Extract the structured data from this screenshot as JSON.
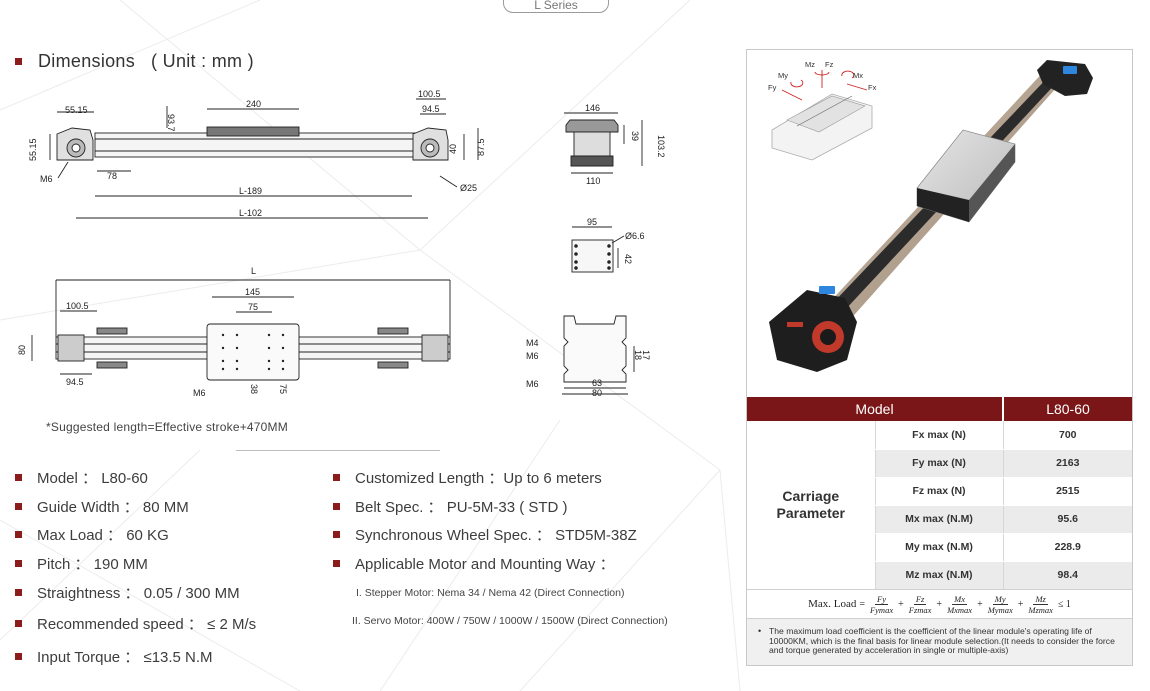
{
  "series_tab": "L Series",
  "dimensions": {
    "heading": "Dimensions",
    "unit": "( Unit : mm )",
    "front": {
      "d_55_15_top": "55.15",
      "d_93_7": "93.7",
      "d_240": "240",
      "d_100_5": "100.5",
      "d_94_5": "94.5",
      "d_55_15_side": "55.15",
      "d_40": "40",
      "d_87_5": "87.5",
      "d_m6": "M6",
      "d_78": "78",
      "d_l189": "L-189",
      "d_dia25": "Ø25",
      "d_l102": "L-102"
    },
    "end": {
      "d_146": "146",
      "d_39": "39",
      "d_103_2": "103.2",
      "d_110": "110"
    },
    "plate": {
      "d_95": "95",
      "d_dia6_6": "Ø6.6",
      "d_42": "42"
    },
    "top": {
      "d_l": "L",
      "d_145": "145",
      "d_75_top": "75",
      "d_100_5": "100.5",
      "d_80": "80",
      "d_94_5": "94.5",
      "d_m6": "M6",
      "d_38": "38",
      "d_75_side": "75"
    },
    "profile": {
      "d_m4": "M4",
      "d_m6_a": "M6",
      "d_m6_b": "M6",
      "d_18": "18",
      "d_17": "17",
      "d_63": "63",
      "d_80": "80"
    }
  },
  "suggested_length": "*Suggested length=Effective stroke+470MM",
  "specs_left": [
    "Model ： L80-60",
    "Guide Width ： 80 MM",
    "Max Load ： 60 KG",
    "Pitch ： 190 MM",
    "Straightness ： 0.05 / 300 MM",
    "Recommended speed ： ≤ 2 M/s",
    "Input Torque ： ≤13.5 N.M"
  ],
  "specs_right": [
    "Customized Length ：Up to 6 meters",
    "Belt Spec. ： PU-5M-33 ( STD )",
    "Synchronous Wheel Spec. ： STD5M-38Z",
    "Applicable Motor and Mounting Way ："
  ],
  "motor_options": [
    "I. Stepper Motor: Nema 34 / Nema 42 (Direct Connection)",
    "II. Servo Motor: 400W / 750W / 1000W / 1500W (Direct Connection)"
  ],
  "force_labels": {
    "mz": "Mz",
    "fz": "Fz",
    "my": "My",
    "mx": "Mx",
    "fy": "Fy",
    "fx": "Fx"
  },
  "param_table": {
    "header_label": "Model",
    "header_model": "L80-60",
    "group_line1": "Carriage",
    "group_line2": "Parameter",
    "rows": [
      {
        "name": "Fx max (N)",
        "value": "700"
      },
      {
        "name": "Fy max (N)",
        "value": "2163"
      },
      {
        "name": "Fz max (N)",
        "value": "2515"
      },
      {
        "name": "Mx max (N.M)",
        "value": "95.6"
      },
      {
        "name": "My max (N.M)",
        "value": "228.9"
      },
      {
        "name": "Mz max (N.M)",
        "value": "98.4"
      }
    ]
  },
  "formula": {
    "label": "Max. Load",
    "eq": "=",
    "terms": [
      {
        "num": "Fy",
        "den": "Fymax"
      },
      {
        "num": "Fz",
        "den": "Fzmax"
      },
      {
        "num": "Mx",
        "den": "Mxmax"
      },
      {
        "num": "My",
        "den": "Mymax"
      },
      {
        "num": "Mz",
        "den": "Mzmax"
      }
    ],
    "plus": "+",
    "tail": "≤ 1"
  },
  "note": "The maximum load coefficient is the coefficient of the linear module's operating life of 10000KM, which is the final basis for linear module selection.(It needs to consider the force and torque generated by acceleration in single or multiple-axis)",
  "colors": {
    "accent": "#7a1617",
    "bullet": "#8a1c1c",
    "stripe": "#ebebeb"
  }
}
